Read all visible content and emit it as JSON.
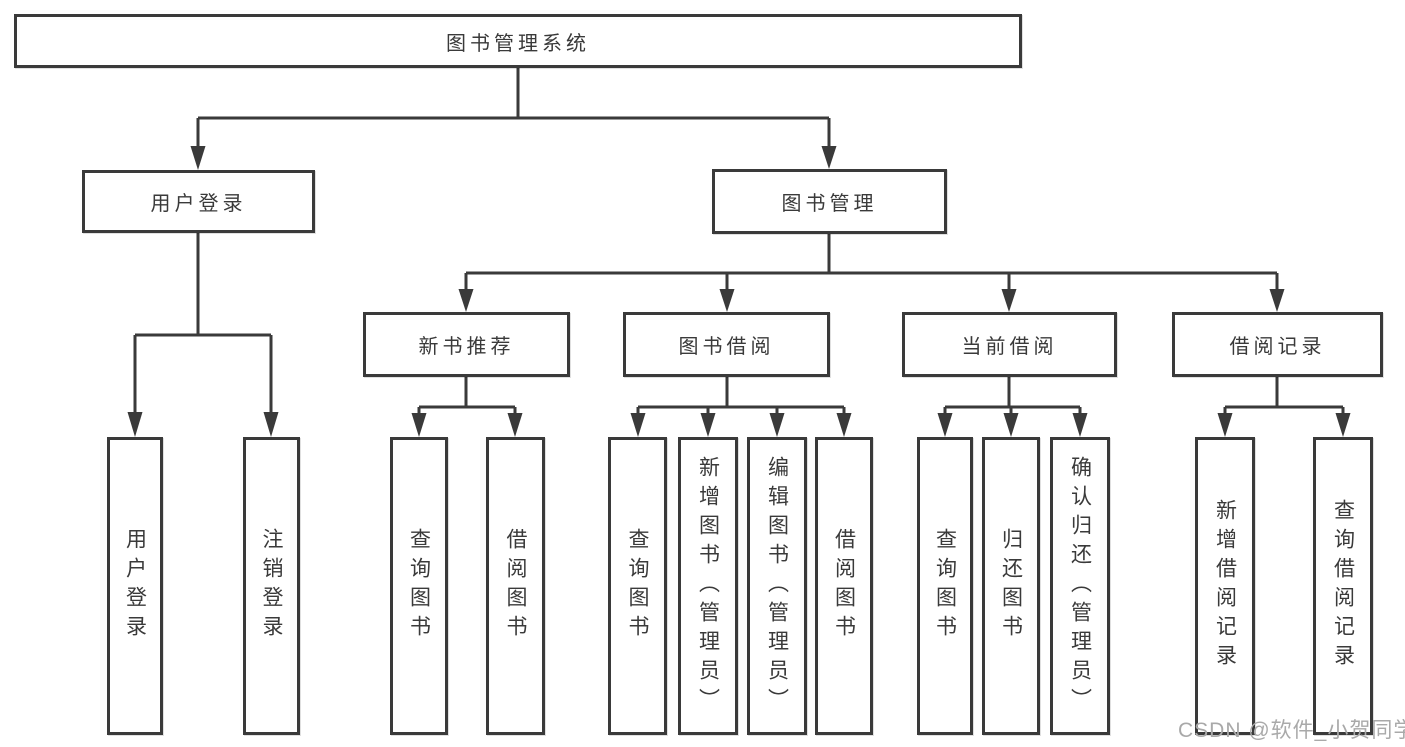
{
  "diagram": {
    "root": {
      "label": "图书管理系统"
    },
    "level2": [
      {
        "label": "用户登录",
        "children": [
          {
            "label": "用户登录"
          },
          {
            "label": "注销登录"
          }
        ]
      },
      {
        "label": "图书管理",
        "children": [
          {
            "label": "新书推荐",
            "children": [
              {
                "label": "查询图书"
              },
              {
                "label": "借阅图书"
              }
            ]
          },
          {
            "label": "图书借阅",
            "children": [
              {
                "label": "查询图书"
              },
              {
                "label": "新增图书（管理员）"
              },
              {
                "label": "编辑图书（管理员）"
              },
              {
                "label": "借阅图书"
              }
            ]
          },
          {
            "label": "当前借阅",
            "children": [
              {
                "label": "查询图书"
              },
              {
                "label": "归还图书"
              },
              {
                "label": "确认归还（管理员）"
              }
            ]
          },
          {
            "label": "借阅记录",
            "children": [
              {
                "label": "新增借阅记录"
              },
              {
                "label": "查询借阅记录"
              }
            ]
          }
        ]
      }
    ]
  },
  "watermark": {
    "text": "CSDN @软件_小贺同学"
  },
  "colors": {
    "line": "#3a3a3a",
    "text": "#3a3a3a",
    "watermark": "#a9a9a9",
    "background": "#ffffff"
  }
}
